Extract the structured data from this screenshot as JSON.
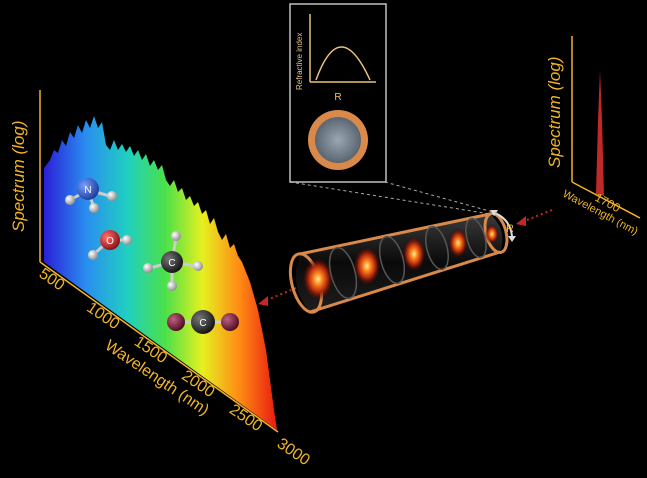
{
  "left_spectrum": {
    "y_axis_title": "Spectrum (log)",
    "x_axis_title": "Wavelength (nm)",
    "x_ticks": [
      "500",
      "1000",
      "1500",
      "2000",
      "2500",
      "3000"
    ]
  },
  "molecules": [
    {
      "name": "nh3",
      "center_label": "N"
    },
    {
      "name": "h2o",
      "center_label": "O"
    },
    {
      "name": "ch4",
      "center_label": "C"
    },
    {
      "name": "co2",
      "center_label": "C"
    }
  ],
  "inset": {
    "y_label": "Refractive index",
    "radius_label": "R"
  },
  "fiber": {
    "radius_label": "R"
  },
  "right_spectrum": {
    "y_axis_title": "Spectrum (log)",
    "x_axis_title": "Wavelength (nm)",
    "x_tick": "1700"
  },
  "colors": {
    "label": "#f0b429",
    "cladding": "#d9894a",
    "arrow": "#c0282a",
    "pulse": "#ff6a2a"
  }
}
